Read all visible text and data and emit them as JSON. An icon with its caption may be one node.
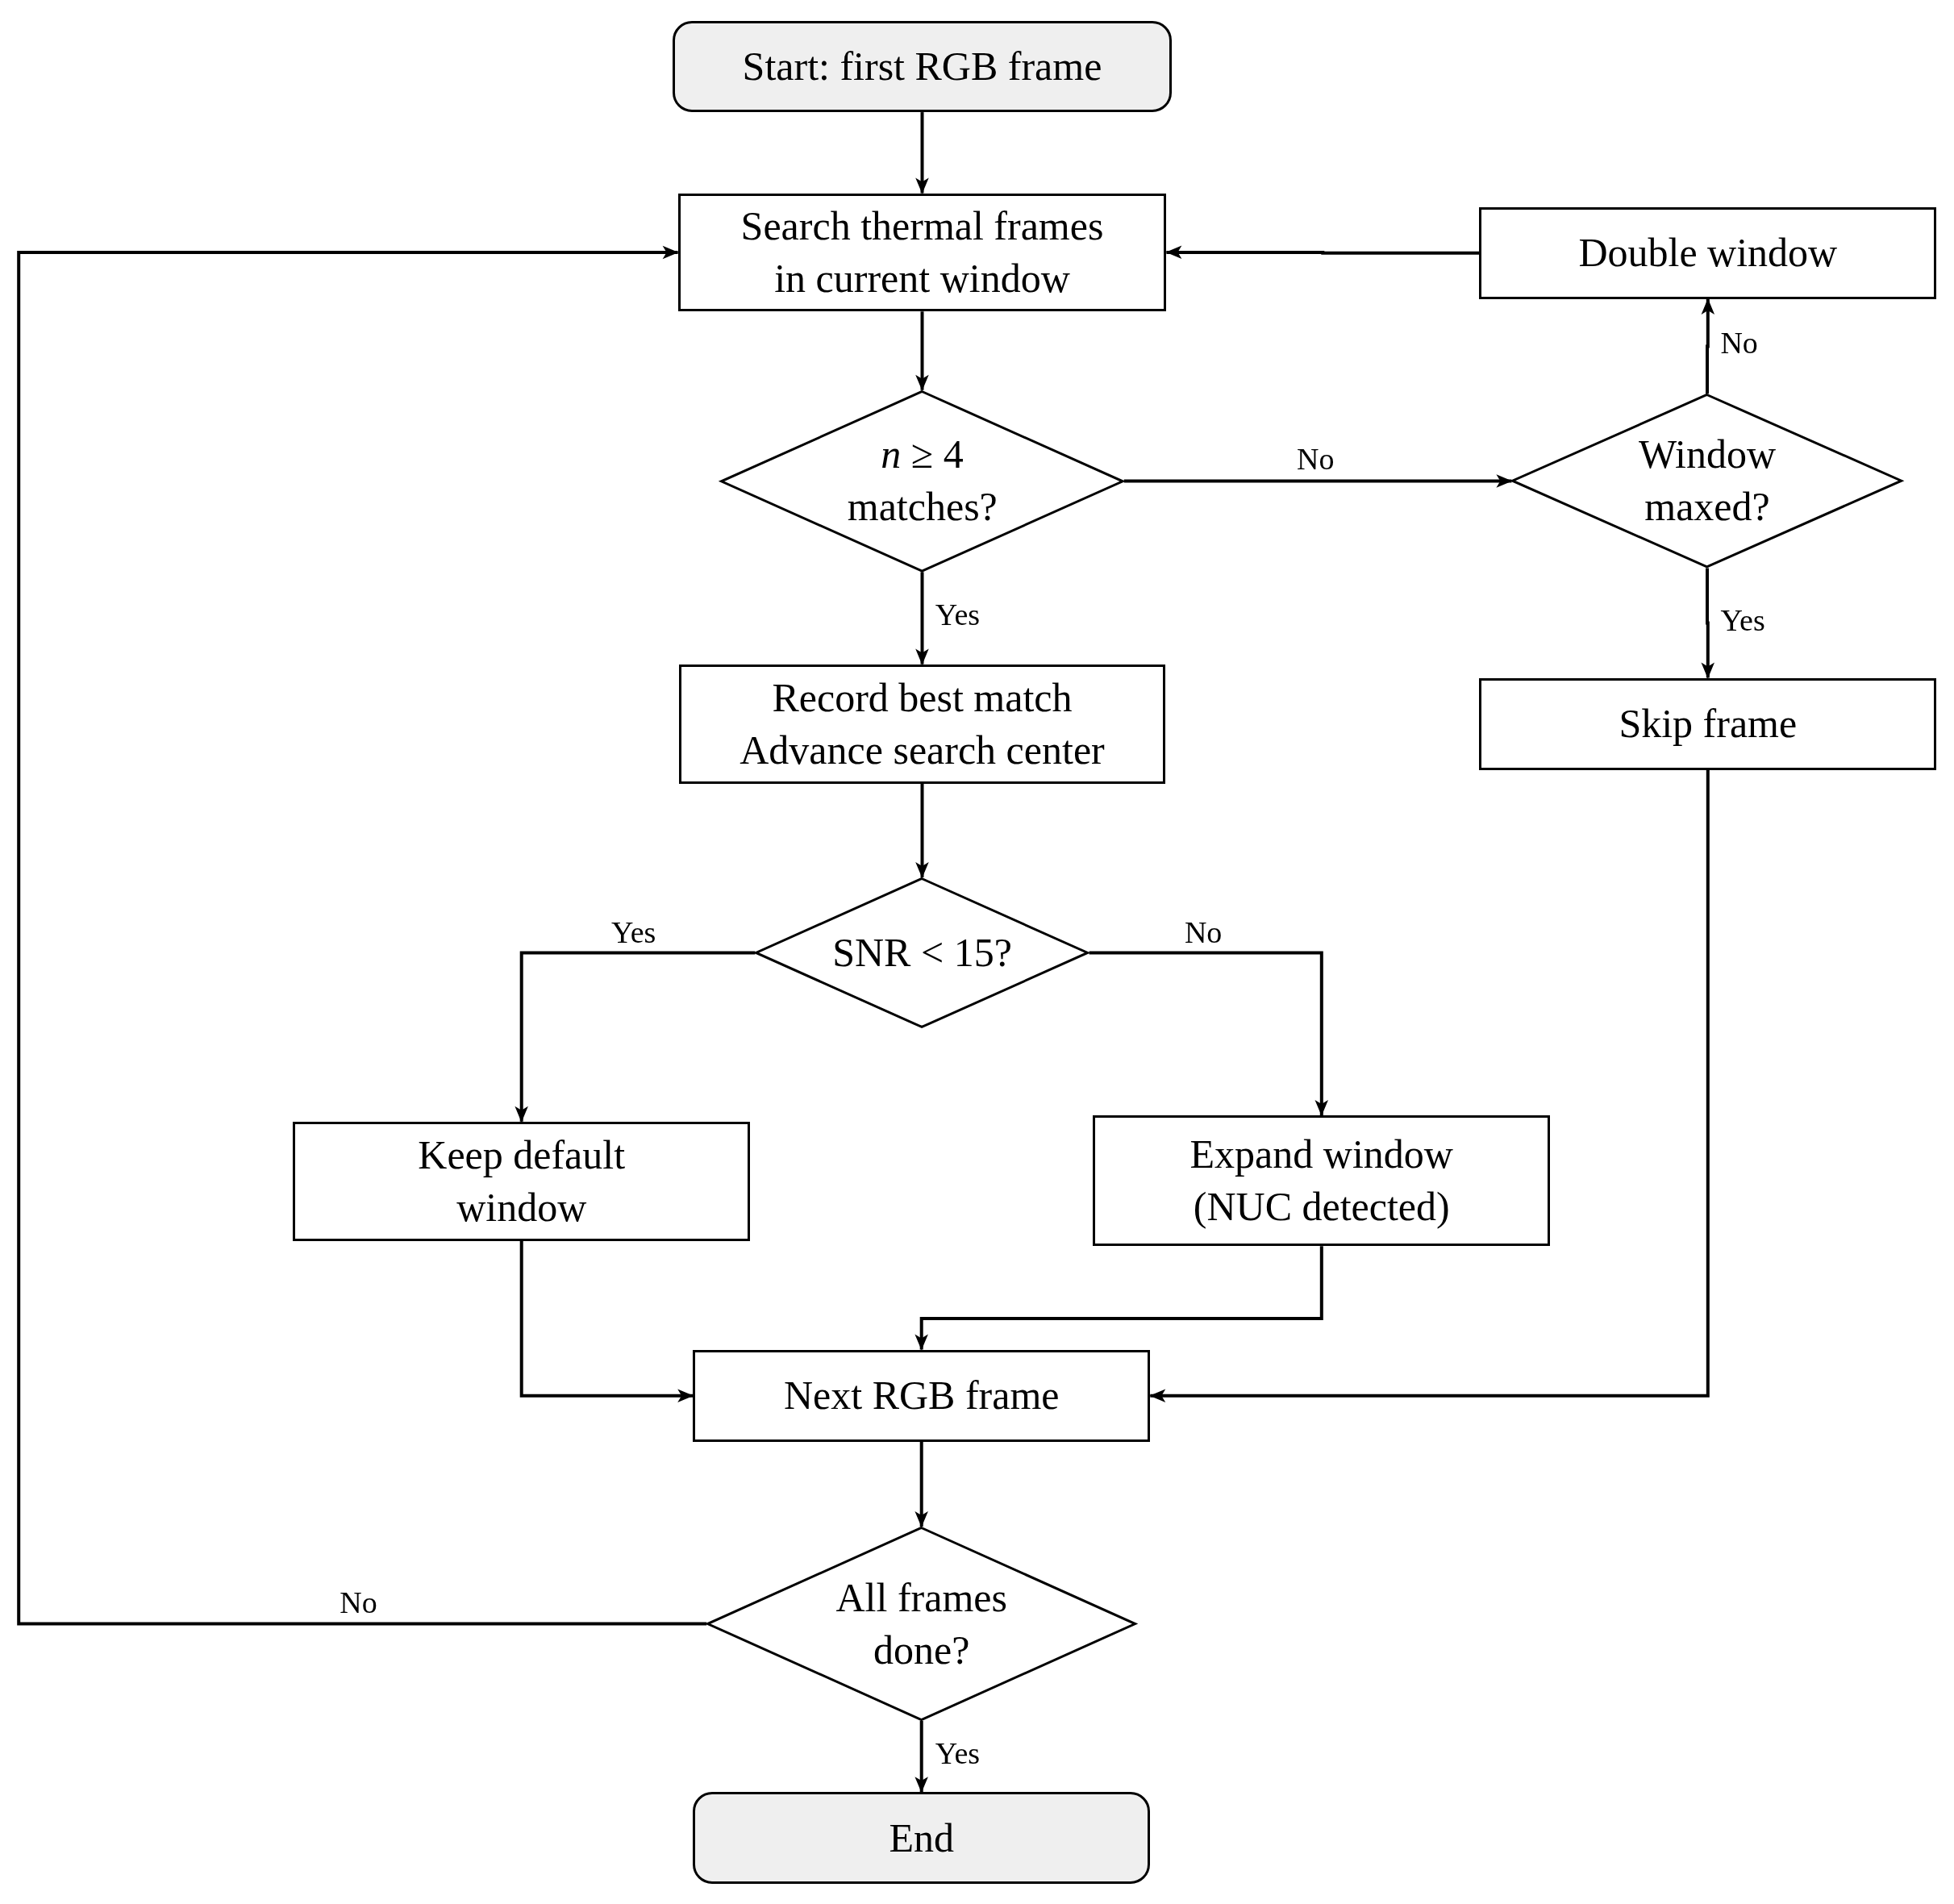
{
  "diagram": {
    "nodes": [
      {
        "text": [
          "Start: first RGB frame"
        ]
      },
      {
        "text": [
          "Search thermal frames in current window"
        ]
      },
      {
        "text": [
          "*n* ≥ 4 matches?"
        ]
      },
      {
        "text": [
          "Window maxed?"
        ]
      },
      {
        "text": [
          "Double window"
        ]
      },
      {
        "text": [
          "Record best match Advance search center"
        ]
      },
      {
        "text": [
          "Skip frame"
        ]
      },
      {
        "text": [
          "SNR < 15?"
        ]
      },
      {
        "text": [
          "Keep default window"
        ]
      },
      {
        "text": [
          "Expand window (NUC detected)"
        ]
      },
      {
        "text": [
          "Next RGB frame"
        ]
      },
      {
        "text": [
          "All frames done?"
        ]
      },
      {
        "text": [
          "End"
        ]
      }
    ],
    "edges": [
      {
        "from": 0,
        "to": 1,
        "arrow": "to"
      },
      {
        "from": 1,
        "to": 2,
        "arrow": "to"
      },
      {
        "from": 2,
        "to": 5,
        "arrow": "to",
        "label": "Yes"
      },
      {
        "from": 2,
        "to": 3,
        "arrow": "to",
        "label": "No"
      },
      {
        "from": 3,
        "to": 4,
        "arrow": "to",
        "label": "No"
      },
      {
        "from": 3,
        "to": 6,
        "arrow": "to",
        "label": "Yes"
      },
      {
        "from": 4,
        "to": 1,
        "arrow": "to"
      },
      {
        "from": 5,
        "to": 7,
        "arrow": "to"
      },
      {
        "from": 7,
        "to": 8,
        "arrow": "to",
        "label": "Yes"
      },
      {
        "from": 7,
        "to": 9,
        "arrow": "to",
        "label": "No"
      },
      {
        "from": 8,
        "to": 10,
        "arrow": "to"
      },
      {
        "from": 9,
        "to": 10,
        "arrow": "to"
      },
      {
        "from": 6,
        "to": 10,
        "arrow": "to"
      },
      {
        "from": 10,
        "to": 11,
        "arrow": "to"
      },
      {
        "from": 11,
        "to": 1,
        "arrow": "to",
        "label": "No"
      },
      {
        "from": 11,
        "to": 12,
        "arrow": "to",
        "label": "Yes"
      }
    ]
  }
}
